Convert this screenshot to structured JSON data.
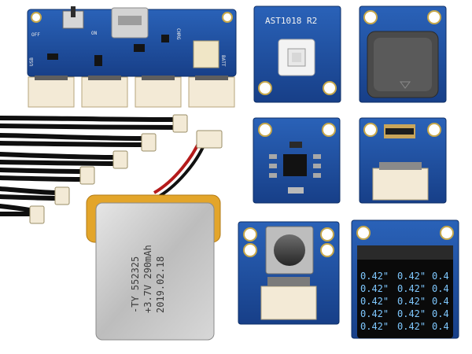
{
  "image": {
    "kind": "product-photo",
    "subject": "electronics kit: main board, cables, battery and sensor modules"
  },
  "main_board": {
    "labels": [
      "OFF",
      "ON",
      "CHRG",
      "BATT",
      "USB"
    ]
  },
  "led_module": {
    "label": "AST1018 R2"
  },
  "battery": {
    "lines": [
      "-TY 552325",
      "+3.7V 290mAh",
      "2019.02.18"
    ]
  },
  "oled_module": {
    "rows": [
      [
        "0.42\"",
        "0.42\"",
        "0.4"
      ],
      [
        "0.42\"",
        "0.42\"",
        "0.4"
      ],
      [
        "0.42\"",
        "0.42\"",
        "0.4"
      ],
      [
        "0.42\"",
        "0.42\"",
        "0.4"
      ],
      [
        "0.42\"",
        "0.42\"",
        "0.4"
      ]
    ]
  },
  "colors": {
    "pcb_blue": "#1c4fa0",
    "pcb_dark": "#123a7c",
    "connector": "#f3ead6",
    "cable": "#0f0f0f",
    "battery_silver": "#c9c9c9",
    "battery_yellow": "#e5a52a",
    "oled_text": "#7fc8ff"
  },
  "icons": [
    "speaker-icon",
    "button-cap",
    "led-chip"
  ]
}
